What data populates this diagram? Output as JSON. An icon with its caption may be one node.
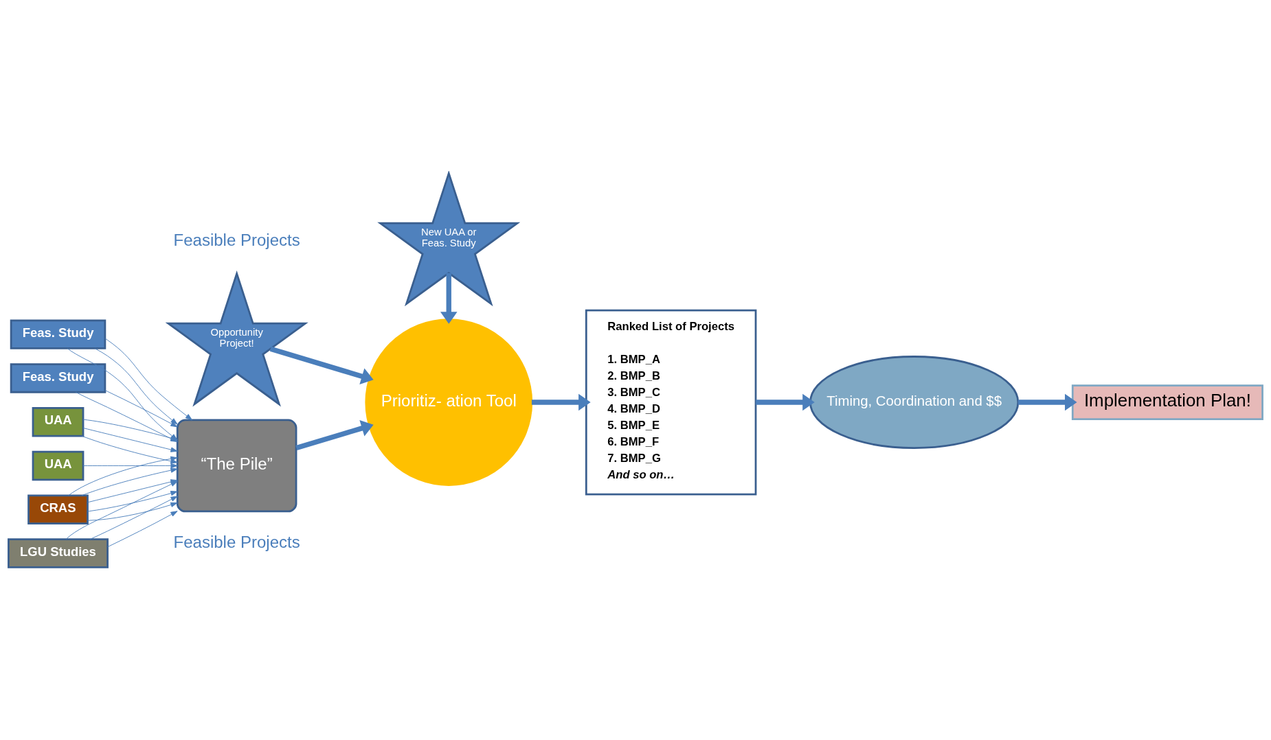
{
  "diagram": {
    "nodes": [
      {
        "text": [
          "Feas. Study"
        ]
      },
      {
        "text": [
          "Feas. Study"
        ]
      },
      {
        "text": [
          "UAA"
        ]
      },
      {
        "text": [
          "UAA"
        ]
      },
      {
        "text": [
          "CRAS"
        ]
      },
      {
        "text": [
          "LGU Studies"
        ]
      },
      {
        "text": [
          "“The Pile”"
        ]
      },
      {
        "text": [
          "Opportunity Project!"
        ]
      },
      {
        "text": [
          "New UAA or Feas. Study"
        ]
      },
      {
        "text": [
          "Prioritiz- ation Tool"
        ]
      },
      {
        "text": [
          "Ranked List of Projects",
          "1. BMP_A",
          "2. BMP_B",
          "3. BMP_C",
          "4. BMP_D",
          "5. BMP_E",
          "6. BMP_F",
          "7. BMP_G",
          "And so on…"
        ]
      },
      {
        "text": [
          "Timing, Coordination and $$"
        ]
      },
      {
        "text": [
          "Implementation Plan!"
        ]
      }
    ],
    "edges": [
      {
        "from": 0,
        "to": 6,
        "arrow": "to"
      },
      {
        "from": 0,
        "to": 6,
        "arrow": "to"
      },
      {
        "from": 0,
        "to": 6,
        "arrow": "to"
      },
      {
        "from": 1,
        "to": 6,
        "arrow": "to"
      },
      {
        "from": 1,
        "to": 6,
        "arrow": "to"
      },
      {
        "from": 2,
        "to": 6,
        "arrow": "to"
      },
      {
        "from": 2,
        "to": 6,
        "arrow": "to"
      },
      {
        "from": 2,
        "to": 6,
        "arrow": "to"
      },
      {
        "from": 3,
        "to": 6,
        "arrow": "to"
      },
      {
        "from": 4,
        "to": 6,
        "arrow": "to"
      },
      {
        "from": 4,
        "to": 6,
        "arrow": "to"
      },
      {
        "from": 4,
        "to": 6,
        "arrow": "to"
      },
      {
        "from": 4,
        "to": 6,
        "arrow": "to"
      },
      {
        "from": 4,
        "to": 6,
        "arrow": "to"
      },
      {
        "from": 5,
        "to": 6,
        "arrow": "to"
      },
      {
        "from": 5,
        "to": 6,
        "arrow": "to"
      },
      {
        "from": 5,
        "to": 6,
        "arrow": "to"
      },
      {
        "from": 6,
        "to": 9,
        "arrow": "to",
        "style": "thick"
      },
      {
        "from": 7,
        "to": 9,
        "arrow": "to",
        "style": "thick"
      },
      {
        "from": 8,
        "to": 9,
        "arrow": "to",
        "style": "thick"
      },
      {
        "from": 9,
        "to": 10,
        "arrow": "to",
        "style": "thick"
      },
      {
        "from": 10,
        "to": 11,
        "arrow": "to",
        "style": "thick"
      },
      {
        "from": 11,
        "to": 12,
        "arrow": "to",
        "style": "thick"
      }
    ],
    "labels": [
      "Feasible Projects",
      "Feasible Projects"
    ]
  }
}
